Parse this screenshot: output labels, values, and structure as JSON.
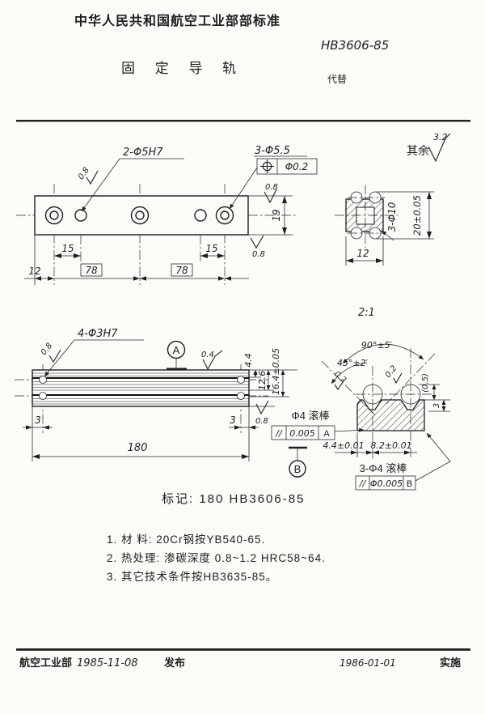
{
  "header": {
    "org": "中华人民共和国航空工业部部标准",
    "std_no": "HB3606-85",
    "title": "固 定 导 轨",
    "supersede": "代替",
    "rest_label": "其余",
    "rest_value": "3.2"
  },
  "top_view": {
    "small_holes": "2-Φ5H7",
    "small_holes_ra": "0.8",
    "large_holes": "3-Φ5.5",
    "pos_tol": "Φ0.2",
    "cb_ra": "0.8",
    "dim_15l": "15",
    "dim_15r": "15",
    "dim_12": "12",
    "dim_78l": "78",
    "dim_78r": "78",
    "dim_19": "19",
    "side_ra": "0.8"
  },
  "end_view": {
    "holes": "3-Φ10",
    "height": "20±0.05",
    "width": "12",
    "scale": "2:1"
  },
  "side_view": {
    "holes": "4-Φ3H7",
    "holes_ra": "0.8",
    "datum_a": "A",
    "top_ra": "0.4",
    "dim_44": "4.4",
    "dim_126": "12.6",
    "dim_164": "16.4±0.05",
    "bottom_ra": "0.8",
    "dim_3l": "3",
    "dim_3r": "3",
    "dim_180": "180"
  },
  "detail": {
    "angle_90": "90°±5′",
    "angle_45": "45°±2′",
    "ra_02a": "0.2",
    "ra_02b": "0.2",
    "dim_05": "(0.5)",
    "dim_3": "3",
    "dim_44": "4.4±0.01",
    "dim_82": "8.2±0.01",
    "roller": "Φ4 滚棒",
    "fcf1_sym": "//",
    "fcf1_tol": "0.005",
    "fcf1_datum": "A",
    "datum_b": "B",
    "rollers3": "3-Φ4 滚棒",
    "fcf2_sym": "//",
    "fcf2_tol": "Φ0.005",
    "fcf2_datum": "B"
  },
  "marking": "标记: 180   HB3606-85",
  "notes": [
    "1.   材  料: 20Cr钢按YB540-65.",
    "2.   热处理: 渗碳深度 0.8~1.2 HRC58~64.",
    "3.   其它技术条件按HB3635-85。"
  ],
  "footer": {
    "org": "航空工业部",
    "issue_date": "1985-11-08",
    "issue": "发布",
    "impl_date": "1986-01-01",
    "impl": "实施"
  }
}
